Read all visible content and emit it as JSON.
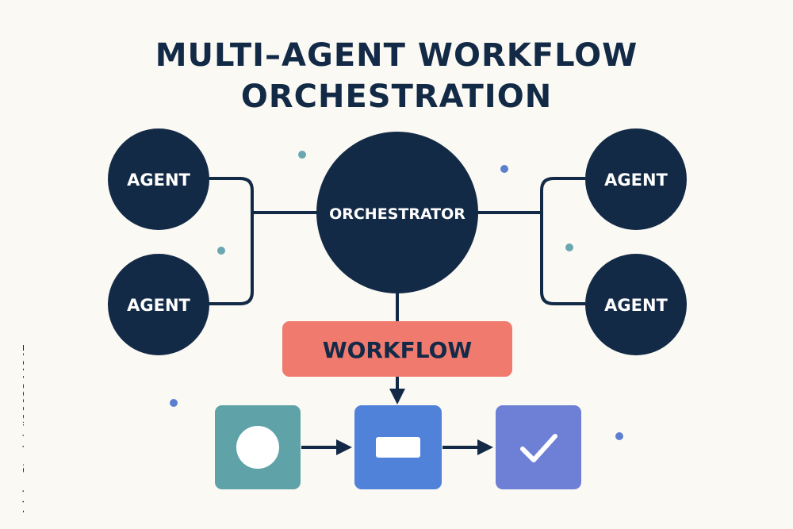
{
  "title": {
    "line1": "MULTI–AGENT WORKFLOW",
    "line2": "ORCHESTRATION"
  },
  "nodes": {
    "orchestrator": "ORCHESTRATOR",
    "agent_top_left": "AGENT",
    "agent_bottom_left": "AGENT",
    "agent_top_right": "AGENT",
    "agent_bottom_right": "AGENT",
    "workflow": "WORKFLOW"
  },
  "steps": [
    {
      "icon": "circle-icon",
      "color": "#5fa3a8"
    },
    {
      "icon": "rectangle-icon",
      "color": "#4f82d8"
    },
    {
      "icon": "checkmark-icon",
      "color": "#6e7fd6"
    }
  ],
  "colors": {
    "background": "#fbf9f3",
    "navy": "#132a47",
    "workflow": "#f07a6e",
    "dot": "#5d7fd0",
    "dot_teal": "#6aa7b0"
  },
  "stock_id": "Adobe Stock | #1902244847"
}
